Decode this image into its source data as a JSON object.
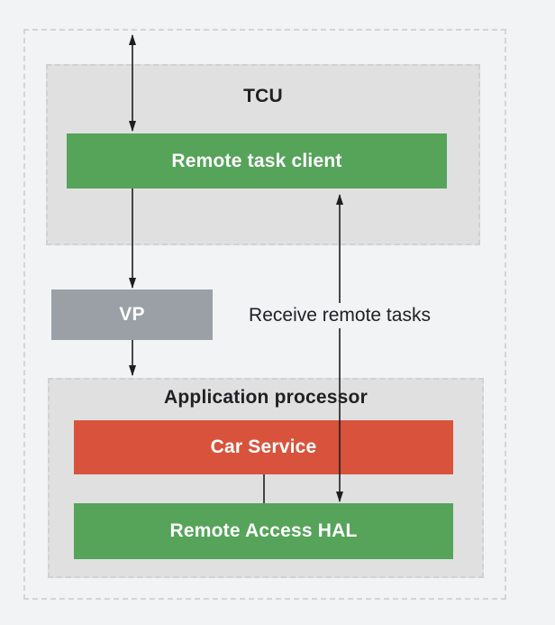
{
  "tcu": {
    "title": "TCU",
    "remote_task_client": "Remote task client"
  },
  "vp": {
    "label": "VP"
  },
  "app_processor": {
    "title": "Application processor",
    "car_service": "Car Service",
    "remote_access_hal": "Remote Access HAL"
  },
  "labels": {
    "receive_remote_tasks": "Receive remote tasks"
  },
  "colors": {
    "background": "#f1f3f4",
    "panel_fill": "#e0e0e0",
    "green": "#55a45a",
    "red": "#d9533c",
    "gray": "#9aa0a6",
    "line": "#1e1e1e",
    "text_dark": "#202124",
    "text_light": "#ffffff"
  }
}
